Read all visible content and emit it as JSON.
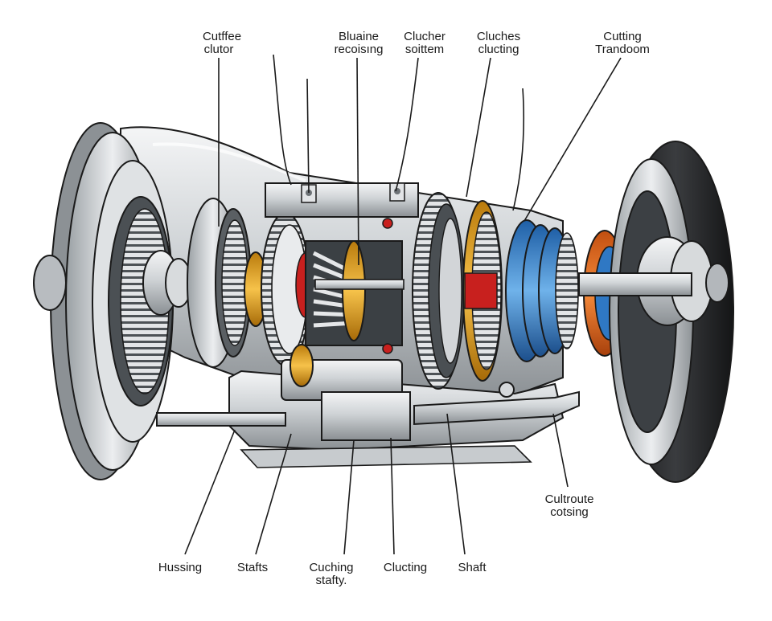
{
  "labels": {
    "cutfee_clutor": [
      "Cutffee",
      "clutor"
    ],
    "bluaine": [
      "Bluaine",
      "recoisıng"
    ],
    "clucher": [
      "Clucher",
      "soittem"
    ],
    "cluches": [
      "Cluches",
      "clucting"
    ],
    "cutting": [
      "Cutting",
      "Trandoom"
    ],
    "cultroute": [
      "Cultroute",
      "cotsing"
    ],
    "hussing": [
      "Hussing"
    ],
    "stafts": [
      "Stafts"
    ],
    "cuching": [
      "Cuching",
      "stafty."
    ],
    "clucting": [
      "Clucting"
    ],
    "shaft": [
      "Shaft"
    ]
  },
  "colors": {
    "outline": "#1a1a1a",
    "steel_light": "#e6e8ea",
    "steel_mid": "#b9bdc1",
    "steel_dark": "#6d7276",
    "tire": "#2a2b2d",
    "gold": "#e8a21c",
    "blue": "#2f78c4",
    "orange": "#e86a1e",
    "red": "#c8201e"
  }
}
